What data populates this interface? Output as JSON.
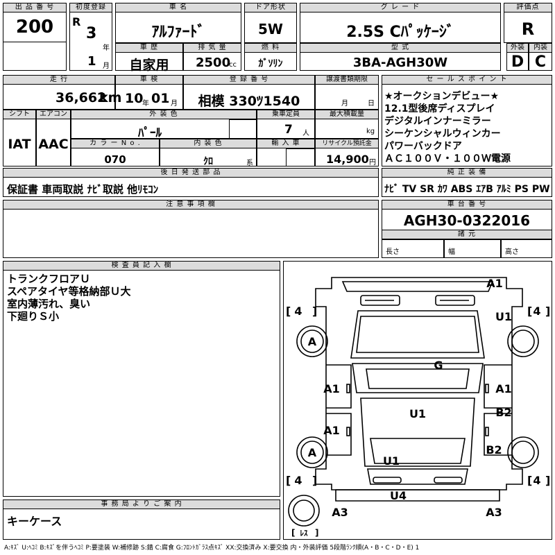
{
  "top": {
    "lot_no_label": "出 品 番 号",
    "lot_no": "200",
    "first_reg_label": "初度登録",
    "era": "R",
    "year": "3",
    "year_unit": "年",
    "month": "1",
    "month_unit": "月",
    "car_name_label": "車 名",
    "car_name": "ｱﾙﾌｧｰﾄﾞ",
    "door_label": "ドア形状",
    "door": "5W",
    "grade_label": "グ レ ー ド",
    "grade": "2.5S Cﾊﾟｯｹｰｼﾞ",
    "score_label": "評価点",
    "score": "R",
    "history_label": "車 歴",
    "history": "自家用",
    "displacement_label": "排 気 量",
    "displacement": "2500",
    "displacement_unit": "cc",
    "fuel_label": "燃 料",
    "fuel": "ｶﾞｿﾘﾝ",
    "model_label": "型 式",
    "model": "3BA-AGH30W",
    "exterior_label": "外装",
    "exterior": "D",
    "interior_label": "内装",
    "interior": "C"
  },
  "mid": {
    "mileage_label": "走 行",
    "mileage": "36,662",
    "mileage_unit": "km",
    "inspection_label": "車 検",
    "inspection_year": "10",
    "inspection_year_unit": "年",
    "inspection_month": "01",
    "inspection_month_unit": "月",
    "plate_label": "登 録 番 号",
    "plate": "相模 330ﾂ1540",
    "transfer_label": "譲渡書類期限",
    "transfer_month_unit": "月",
    "transfer_day_unit": "日",
    "shift_label": "シフト",
    "shift": "IAT",
    "ac_label": "エアコン",
    "ac": "AAC",
    "color_label": "外 装 色",
    "color": "ﾊﾟｰﾙ",
    "capacity_label": "乗車定員",
    "capacity": "7",
    "capacity_unit": "人",
    "load_label": "最大積載量",
    "load_unit": "kg",
    "color_no_label": "カ ラ ー N o .",
    "color_no": "070",
    "interior_color_label": "内 装 色",
    "interior_color": "ｸﾛ",
    "interior_color_unit": "系",
    "import_label": "輸 入 車",
    "recycle_label": "リサイクル預託金",
    "recycle": "14,900",
    "recycle_unit": "円",
    "later_parts_label": "後 日 発 送 部 品",
    "later_parts": "保証書 車両取説 ﾅﾋﾞ取説 他ﾘﾓｺﾝ"
  },
  "sales": {
    "label": "セ ー ル ス ポ イ ン ト",
    "points": [
      "★オークションデビュー★",
      "12.1型後席ディスプレイ",
      "デジタルインナーミラー",
      "シーケンシャルウィンカー",
      "パワーバックドア",
      "ＡＣ１００Ｖ・１００Ｗ電源"
    ]
  },
  "equipment": {
    "label": "純 正 装 備",
    "value": "ﾅﾋﾞ TV SR ｶﾜ ABS ｴｱB ｱﾙﾐ PS PW"
  },
  "notes": {
    "label": "注 意 事 項 欄"
  },
  "chassis": {
    "label": "車 台 番 号",
    "value": "AGH30-0322016",
    "specs_label": "諸 元",
    "length_label": "長さ",
    "width_label": "幅",
    "height_label": "高さ"
  },
  "inspector": {
    "label": "検 査 員 記 入 欄",
    "lines": [
      "トランクフロアＵ",
      "スペアタイヤ等格納部Ｕ大",
      "室内薄汚れ、臭い",
      "下廻りＳ小"
    ]
  },
  "office": {
    "label": "事 務 局 よ り ご 案 内",
    "text": "キーケース"
  },
  "diagram": {
    "marks": {
      "front_bumper": "A1",
      "hood_right": "U1",
      "roof": "G",
      "front_door_left": "A1",
      "front_door_right": "A1",
      "rear_door_left": "A1",
      "rear_door_right": "B2",
      "interior": "U1",
      "rear_left": "A",
      "front_left": "A",
      "rear_quarter_right": "B2",
      "rear_floor": "U1",
      "back_door": "U4",
      "rear_bumper_left": "A3",
      "rear_bumper_right": "A3"
    },
    "tires": {
      "front_left": "4",
      "front_right": "4",
      "rear_left": "4",
      "rear_right": "4"
    },
    "spare": "ﾚｽ"
  },
  "legend": "A:ｷｽﾞ U:ﾍｺﾐ B:ｷｽﾞを伴うﾍｺﾐ P:要塗装 W:補修跡 S:錆 C:腐食 G:ﾌﾛﾝﾄｶﾞﾗｽ点ｷｽﾞ XX:交換済み X:要交換 内・外装評価 5段階ﾗﾝｸ順(A・B・C・D・E) 1"
}
